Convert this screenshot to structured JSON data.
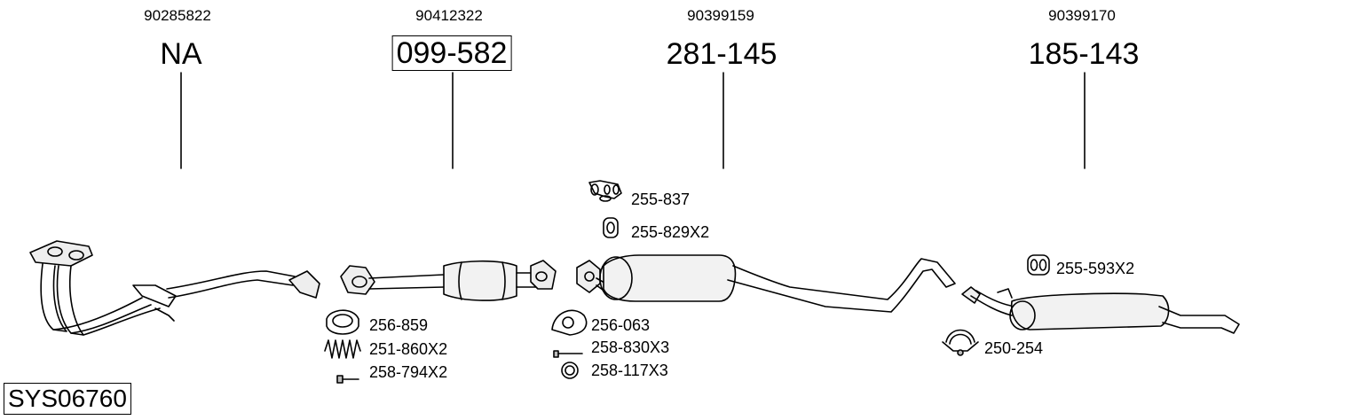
{
  "system_code": "SYS06760",
  "groups": [
    {
      "oe": "90285822",
      "part": "NA",
      "boxed": false
    },
    {
      "oe": "90412322",
      "part": "099-582",
      "boxed": true
    },
    {
      "oe": "90399159",
      "part": "281-145",
      "boxed": false
    },
    {
      "oe": "90399170",
      "part": "185-143",
      "boxed": false
    }
  ],
  "accessories": [
    {
      "label": "255-837",
      "icon": "rubber-hanger-icon"
    },
    {
      "label": "255-829X2",
      "icon": "rubber-ring-icon"
    },
    {
      "label": "255-593X2",
      "icon": "rubber-mount-icon"
    },
    {
      "label": "256-859",
      "icon": "sealing-ring-icon"
    },
    {
      "label": "251-860X2",
      "icon": "spring-icon"
    },
    {
      "label": "258-794X2",
      "icon": "bolt-icon"
    },
    {
      "label": "256-063",
      "icon": "flange-gasket-icon"
    },
    {
      "label": "258-830X3",
      "icon": "bolt-icon"
    },
    {
      "label": "258-117X3",
      "icon": "nut-icon"
    },
    {
      "label": "250-254",
      "icon": "clamp-icon"
    }
  ]
}
